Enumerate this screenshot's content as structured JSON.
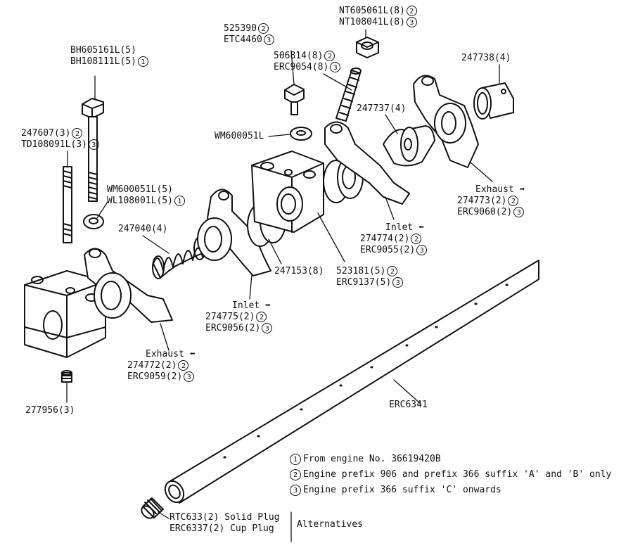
{
  "labels": {
    "nt_nut": [
      "NT605061L(8)",
      "2",
      "NT108041L(8)",
      "3"
    ],
    "etc_bolt": [
      "525390",
      "2",
      "ETC4460",
      "3"
    ],
    "stud_506814": [
      "506814(8)",
      "2",
      "ERC9054(8)",
      "3"
    ],
    "bush_247738": "247738(4)",
    "bh_bolt": [
      "BH605161L(5)",
      "BH108111L(5)",
      "1"
    ],
    "spring_247737": "247737(4)",
    "washer_wm": "WM600051L",
    "stud_247607": [
      "247607(3)",
      "2",
      "TD108091L(3)",
      "3"
    ],
    "exhaust_right": [
      "Exhaust",
      "274773(2)",
      "2",
      "ERC9060(2)",
      "3"
    ],
    "washer_wl": [
      "WM600051L(5)",
      "WL108001L(5)",
      "1"
    ],
    "spring_247040": "247040(4)",
    "inlet_right": [
      "Inlet",
      "274774(2)",
      "2",
      "ERC9055(2)",
      "3"
    ],
    "spacer_247153": "247153(8)",
    "pedestal_523181": [
      "523181(5)",
      "2",
      "ERC9137(5)",
      "3"
    ],
    "inlet_left": [
      "Inlet",
      "274775(2)",
      "2",
      "ERC9056(2)",
      "3"
    ],
    "exhaust_left": [
      "Exhaust",
      "274772(2)",
      "2",
      "ERC9059(2)",
      "3"
    ],
    "plug_277956": "277956(3)",
    "shaft": "ERC6341",
    "plugs": [
      "RTC633(2) Solid Plug",
      "ERC6337(2) Cup Plug",
      "Alternatives"
    ]
  },
  "legend": [
    {
      "num": "1",
      "text": "From engine No. 36619420B"
    },
    {
      "num": "2",
      "text": "Engine prefix 906 and prefix 366 suffix 'A' and 'B' only"
    },
    {
      "num": "3",
      "text": "Engine prefix 366 suffix 'C' onwards"
    }
  ]
}
